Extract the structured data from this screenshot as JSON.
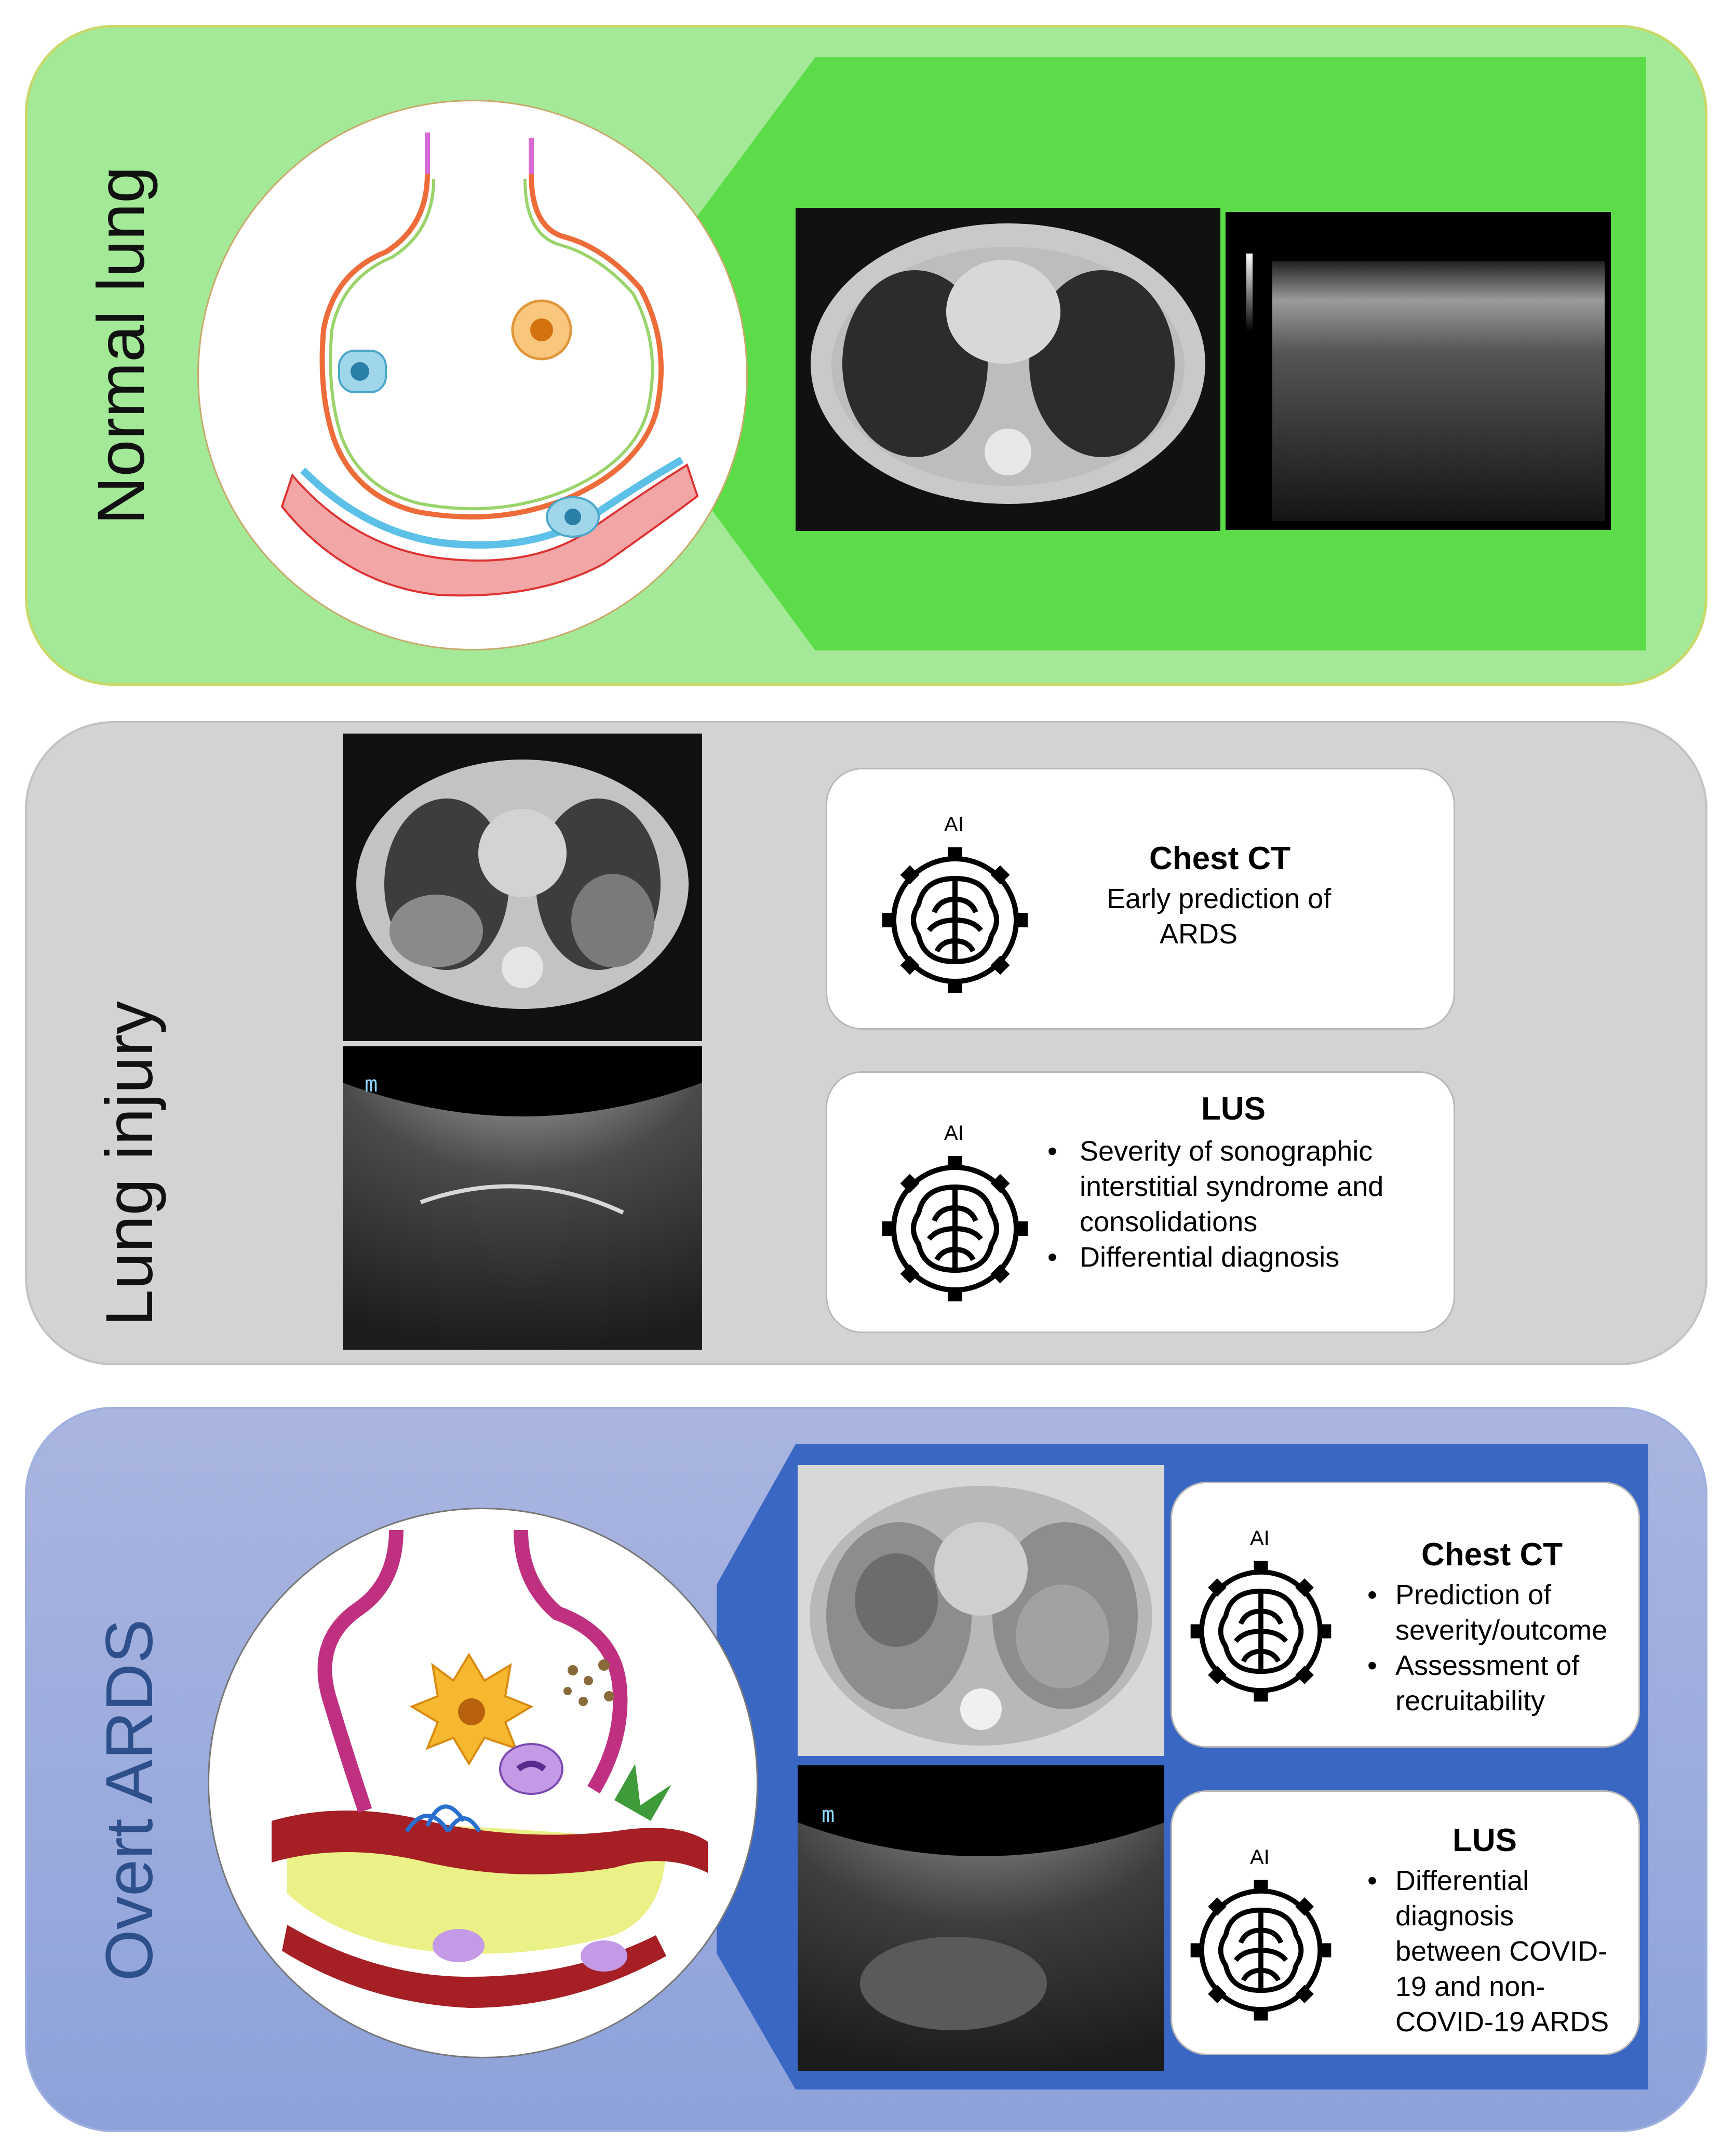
{
  "panels": {
    "normal": {
      "title": "Normal lung"
    },
    "injury": {
      "title": "Lung injury",
      "ct_card": {
        "ai": "AI",
        "heading": "Chest CT",
        "lines": [
          "Early prediction of",
          "ARDS"
        ]
      },
      "lus_card": {
        "ai": "AI",
        "heading": "LUS",
        "bullets": [
          [
            "Severity of sonographic",
            "interstitial syndrome and",
            "consolidations"
          ],
          [
            "Differential diagnosis"
          ]
        ]
      },
      "us_mark": "m"
    },
    "ards": {
      "title": "Overt ARDS",
      "ct_card": {
        "ai": "AI",
        "heading": "Chest CT",
        "bullets": [
          [
            "Prediction of",
            "severity/outcome"
          ],
          [
            "Assessment of",
            "recruitability"
          ]
        ]
      },
      "lus_card": {
        "ai": "AI",
        "heading": "LUS",
        "bullets": [
          [
            "Differential",
            "diagnosis",
            "between COVID-",
            "19 and non-",
            "COVID-19 ARDS"
          ]
        ]
      },
      "us_mark": "m"
    }
  },
  "colors": {
    "normal_panel": "#a3e997",
    "normal_inset": "#5cdc48",
    "injury_panel": "#d3d3d3",
    "ards_panel": "#9eaee0",
    "ards_inset": "#3b67c4",
    "ards_title": "#2d4f8c"
  },
  "icons": [
    "ai-brain-gear-icon"
  ]
}
